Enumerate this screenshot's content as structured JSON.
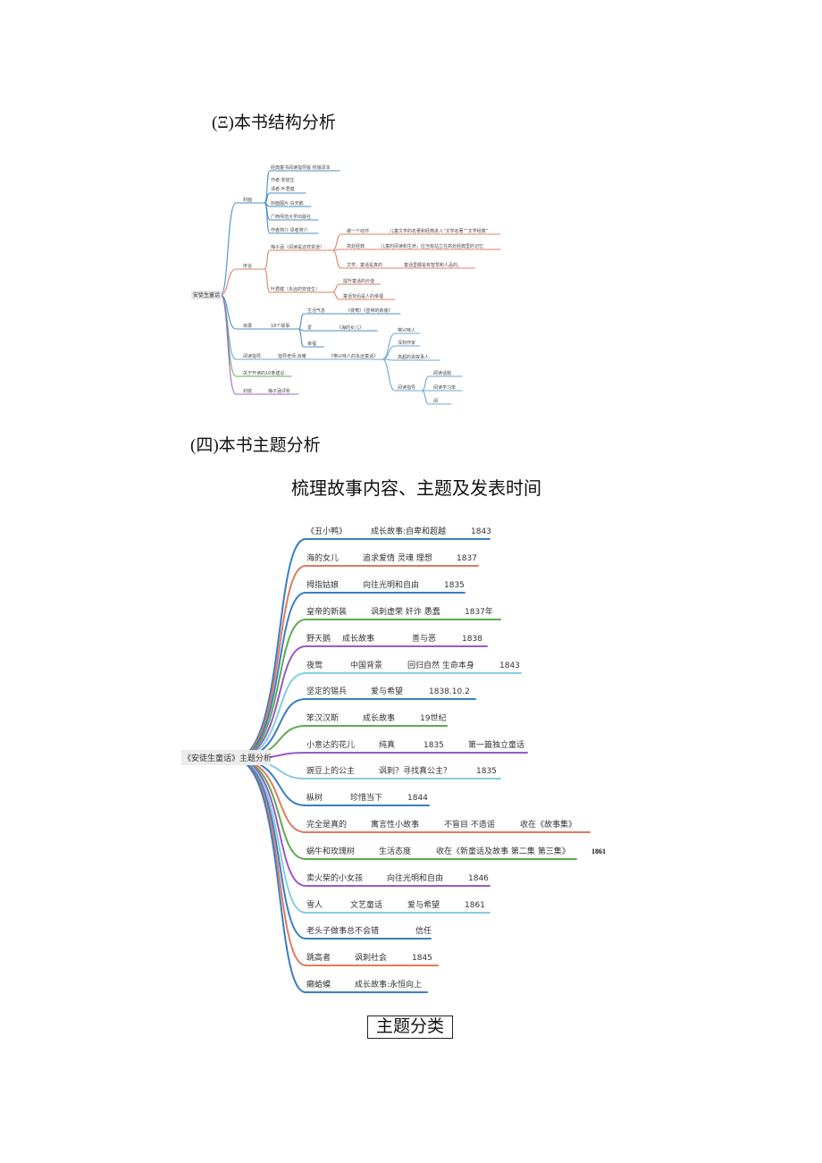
{
  "headings": {
    "structure_title": "(Ξ)本书结构分析",
    "theme_title": "(四)本书主题分析",
    "theme_subtitle": "梳理故事内容、主题及发表时间",
    "category_box": "主题分类"
  },
  "structure_map": {
    "root": "安徒生童话",
    "cover": {
      "label": "封面",
      "items": [
        "经典童书阅读指导版 权威译本",
        "作者:安徒生",
        "译者:叶君健",
        "封面图片 白天鹅",
        "广西师范大学出版社",
        "作者简介 译者简介"
      ]
    },
    "preface": {
      "label": "序言",
      "mei": {
        "label": "梅子涵（阅读是这样变迷）",
        "points": [
          {
            "key": "做一个动作",
            "text": "儿童文学的名著和经典进入“文学名著”“文学经典”"
          },
          {
            "key": "高处经典",
            "text": "儿童的阅读和生命，应当有站立在高处经典里的记忆"
          },
          {
            "key": "文学、童话是真的",
            "text": "童话里都是有智慧和人品的。"
          }
        ]
      },
      "ye": {
        "label": "叶君健（永远的安徒生）",
        "points": [
          "提升童话的价值",
          "童话背后是人的幸福"
        ]
      }
    },
    "contents": {
      "label": "目录",
      "stories": "18个故事",
      "groups": [
        {
          "key": "生活气息",
          "text": "《夜莺》《皇帝的新装》"
        },
        {
          "key": "爱",
          "text": "《海的女儿》"
        },
        {
          "key": "幸福"
        }
      ]
    },
    "guide": {
      "label": "阅读指导",
      "teacher": "指导老师:余耀",
      "essay": "《带兴味人的永远童话》",
      "points": [
        "带兴味人",
        "深刻作家",
        "高超的讲故事人"
      ],
      "sub": {
        "label": "阅读指导",
        "items": [
          "阅读话题",
          "阅读学习单",
          "阅"
        ]
      }
    },
    "advice": "关于开读的10条建议",
    "back_cover": {
      "label": "封底",
      "item": "梅子涵评析"
    }
  },
  "theme_map": {
    "root": "《安徒生童话》主题分析",
    "side_note": "1861",
    "rows": [
      {
        "story": "《丑小鸭》",
        "notes": [
          "成长故事:自卑和超越",
          "1843"
        ],
        "color": "#3b7dc4"
      },
      {
        "story": "海的女儿",
        "notes": [
          "追求爱情 灵魂 理想",
          "1837"
        ],
        "color": "#e07a5f"
      },
      {
        "story": "拇指姑娘",
        "notes": [
          "向往光明和自由",
          "1835"
        ],
        "color": "#3b7dc4"
      },
      {
        "story": "皇帝的新装",
        "notes": [
          "讽刺虚荣 奸诈 愚蠢",
          "1837年"
        ],
        "color": "#5dab4f"
      },
      {
        "story": "野天鹅",
        "notes": [
          "成长故事",
          "善与恶",
          "1838"
        ],
        "color": "#9b59c6"
      },
      {
        "story": "夜莺",
        "notes": [
          "中国背景",
          "回归自然 生命本身",
          "1843"
        ],
        "color": "#86cde0"
      },
      {
        "story": "坚定的锡兵",
        "notes": [
          "爱与希望",
          "1838.10.2"
        ],
        "color": "#3b7dc4"
      },
      {
        "story": "笨汉汉斯",
        "notes": [
          "成长故事",
          "19世纪"
        ],
        "color": "#5dab4f"
      },
      {
        "story": "小意达的花儿",
        "notes": [
          "纯真",
          "1835",
          "第一篇独立童话"
        ],
        "color": "#9b59c6"
      },
      {
        "story": "豌豆上的公主",
        "notes": [
          "讽刺？寻找真公主？",
          "1835"
        ],
        "color": "#86cde0"
      },
      {
        "story": "枞树",
        "notes": [
          "珍惜当下",
          "1844"
        ],
        "color": "#3b7dc4"
      },
      {
        "story": "完全是真的",
        "notes": [
          "寓言性小故事",
          "不盲目 不造谣",
          "收在《故事集》"
        ],
        "color": "#e07a5f"
      },
      {
        "story": "蜗牛和玫瑰树",
        "notes": [
          "生活态度",
          "收在《新童话及故事 第二集 第三集》"
        ],
        "color": "#5dab4f"
      },
      {
        "story": "卖火柴的小女孩",
        "notes": [
          "向往光明和自由",
          "1846"
        ],
        "color": "#9b59c6"
      },
      {
        "story": "雪人",
        "notes": [
          "文艺童话",
          "爱与希望",
          "1861"
        ],
        "color": "#86cde0"
      },
      {
        "story": "老头子做事总不会错",
        "notes": [
          "信任"
        ],
        "color": "#3b7dc4"
      },
      {
        "story": "跳高者",
        "notes": [
          "讽刺社会",
          "1845"
        ],
        "color": "#e07a5f"
      },
      {
        "story": "癞蛤蟆",
        "notes": [
          "成长故事:永恒向上"
        ],
        "color": "#3b7dc4"
      }
    ]
  }
}
